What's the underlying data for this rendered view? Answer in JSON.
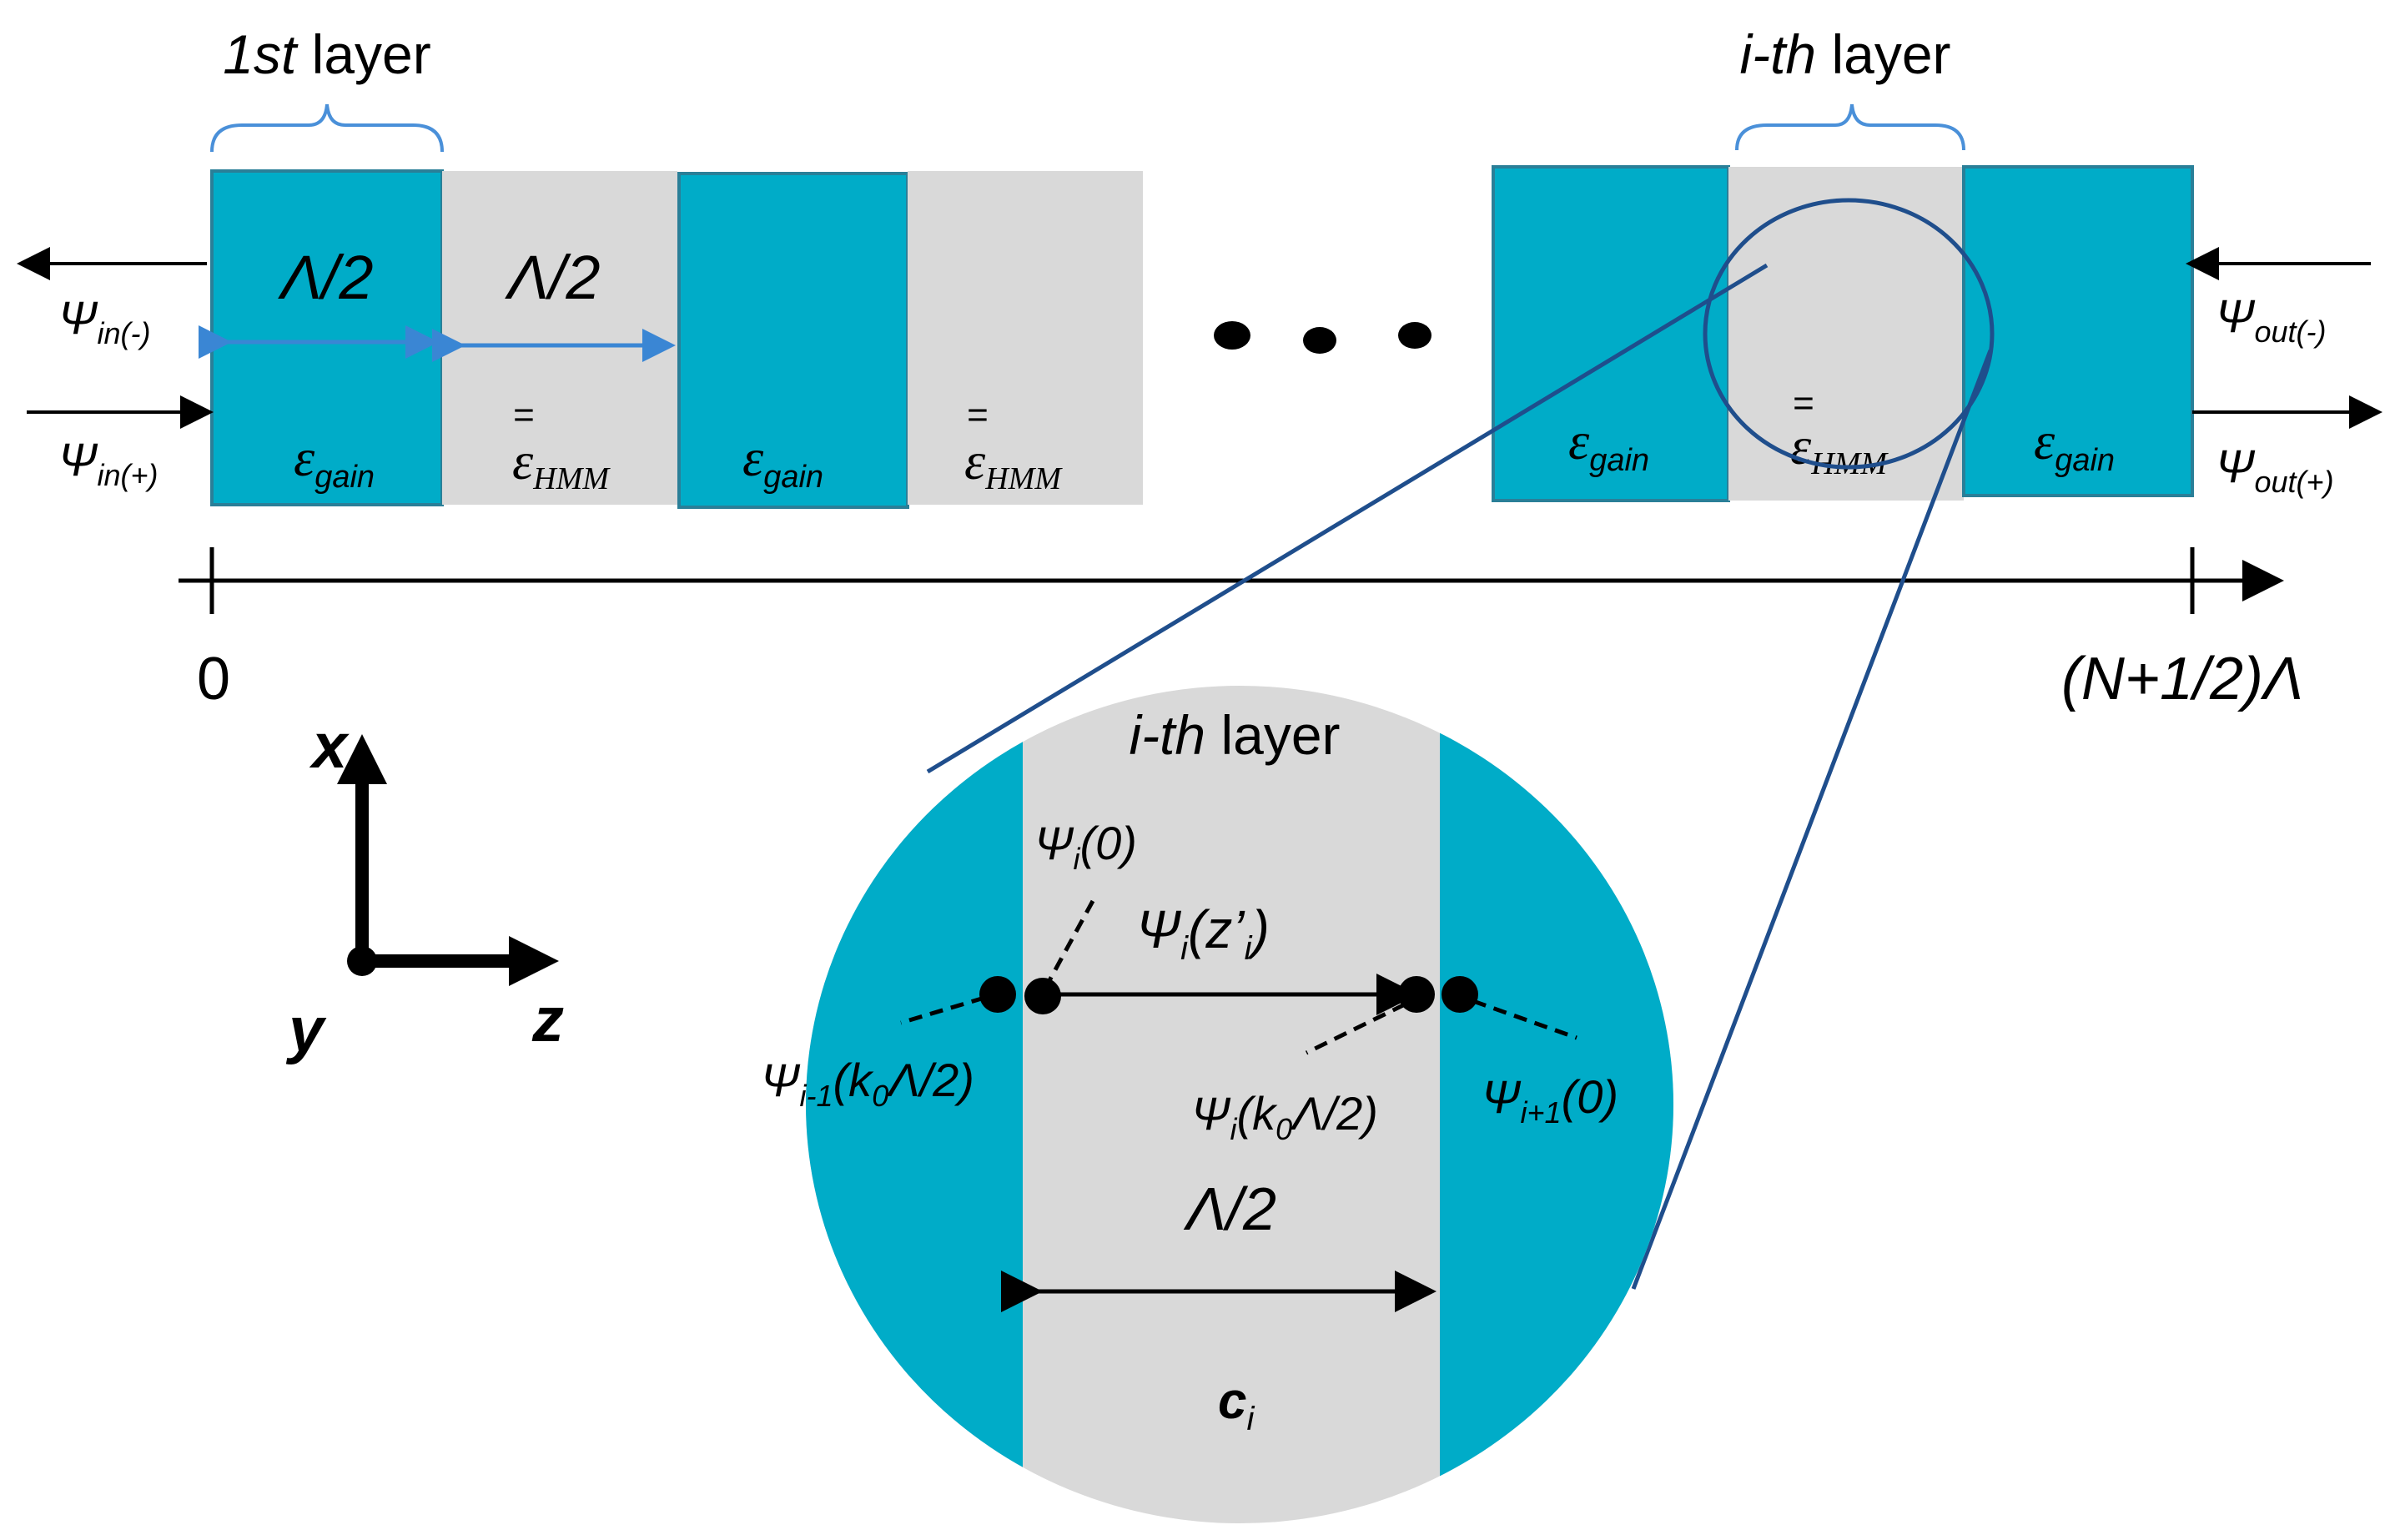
{
  "colors": {
    "gain": "#00acc8",
    "gain_stroke": "#2a7f98",
    "hmm": "#d9d9d9",
    "brace": "#4a90d9",
    "dim_arrow": "#3a86d4",
    "zoom": "#1f4e8c",
    "ink": "#000000"
  },
  "labels": {
    "layer_first_ital": "1st",
    "layer_word": "layer",
    "layer_ith_ital": "i-th",
    "lambda_half": "Λ/2",
    "eps": "ε",
    "gain_sub": "gain",
    "hmm_sub": "HMM",
    "eq": "=",
    "ellipsis": "• • •",
    "axis_zero": "0",
    "axis_end": "(N+1/2)Λ",
    "axis_x": "x",
    "axis_y": "y",
    "axis_z": "z",
    "psi": "Ψ",
    "in_minus": "in(-)",
    "in_plus": "in(+)",
    "out_minus": "out(-)",
    "out_plus": "out(+)",
    "psi_i0_sub": "i",
    "psi_i0_arg": "(0)",
    "psi_iz_sub": "i",
    "psi_iz_arg": "(z’",
    "psi_iz_sub2": "i",
    "psi_iz_close": ")",
    "psi_im1_sub": "i-1",
    "psi_im1_arg": "(k",
    "psi_im1_sub2": "0",
    "psi_im1_tail": "Λ/2)",
    "psi_ik_sub": "i",
    "psi_ik_arg": "(k",
    "psi_ik_sub2": "0",
    "psi_ik_tail": "Λ/2)",
    "psi_ip1_sub": "i+1",
    "psi_ip1_arg": "(0)",
    "c_main": "c",
    "c_sub": "i"
  }
}
